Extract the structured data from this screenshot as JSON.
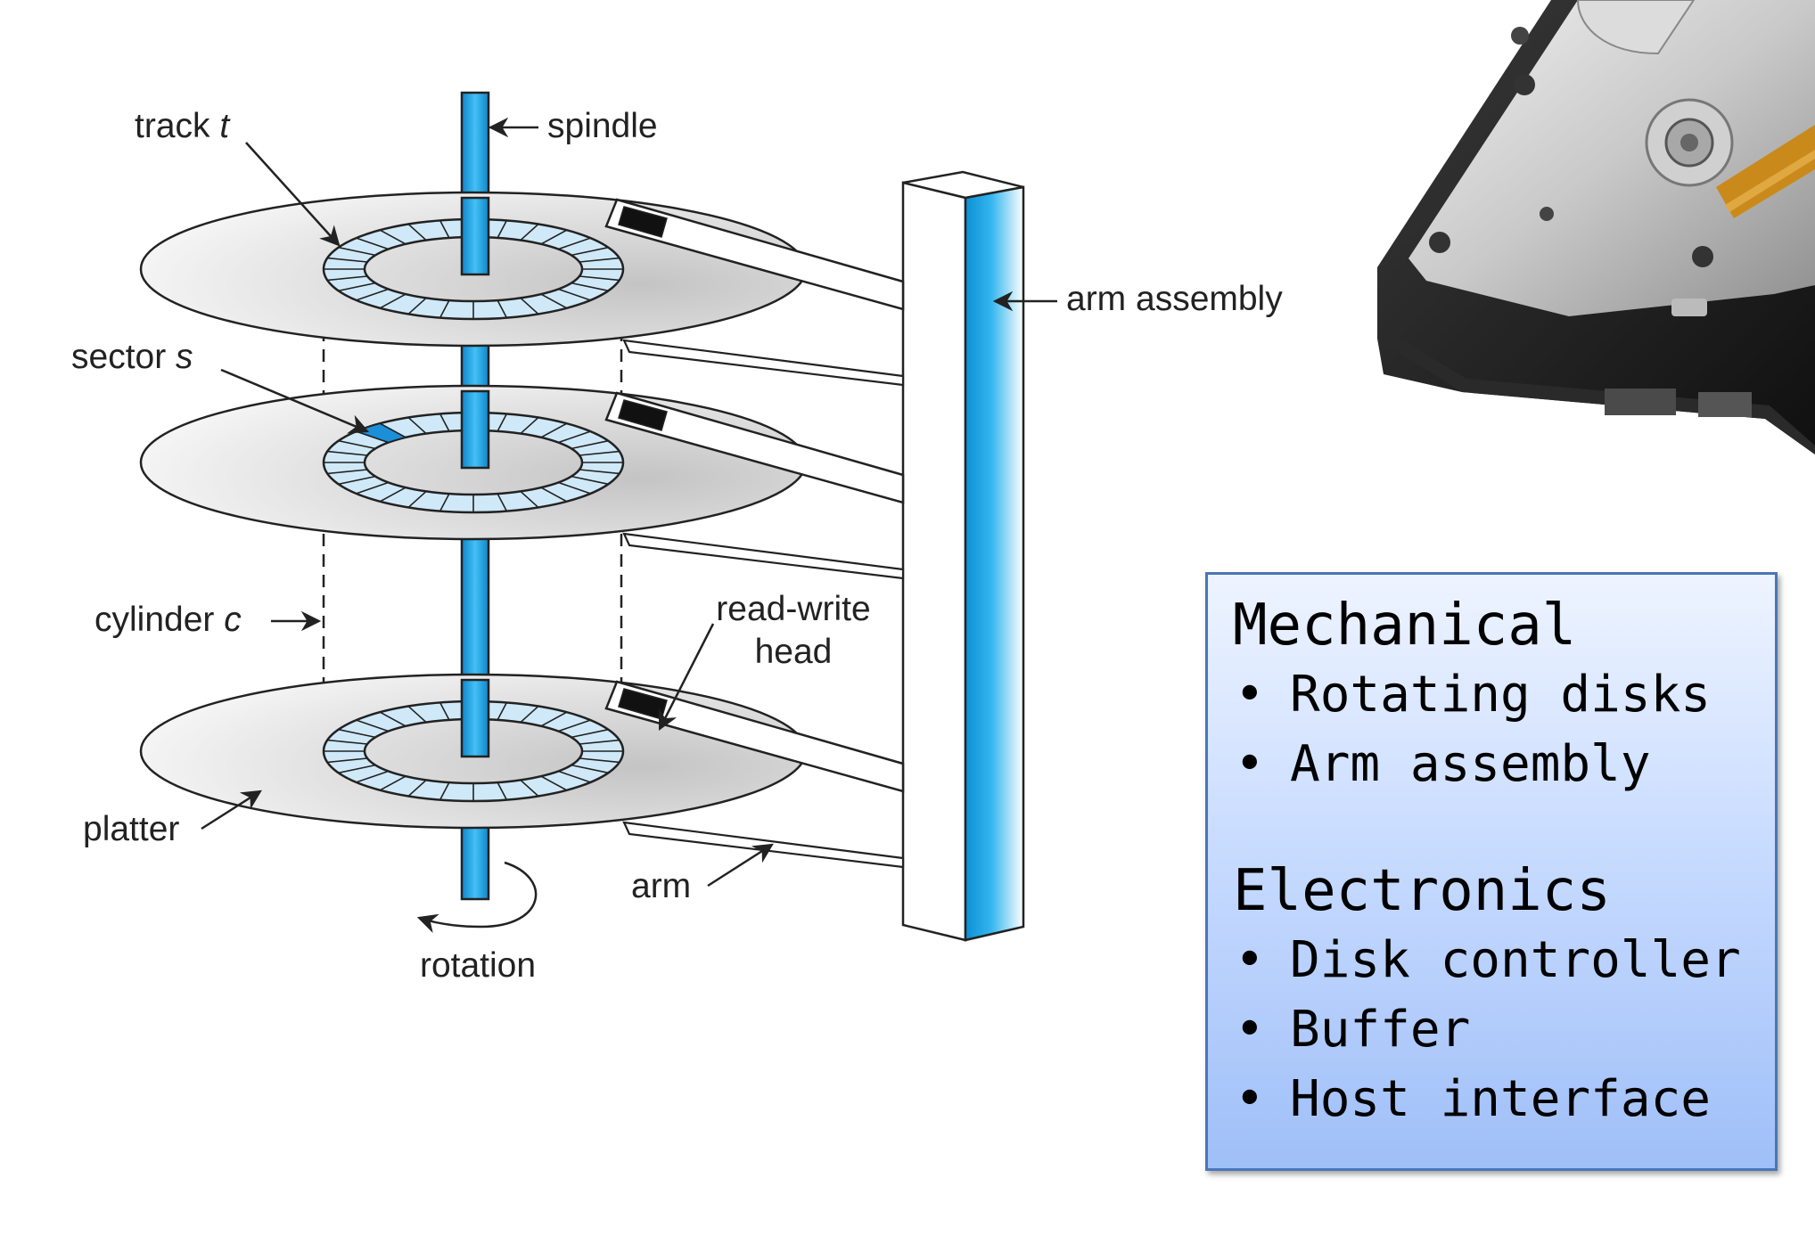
{
  "diagram": {
    "labels": {
      "track_word": "track",
      "track_var": "t",
      "spindle": "spindle",
      "arm_assembly": "arm assembly",
      "sector_word": "sector",
      "sector_var": "s",
      "cylinder_word": "cylinder",
      "cylinder_var": "c",
      "read_write_line1": "read-write",
      "read_write_line2": "head",
      "platter": "platter",
      "arm": "arm",
      "rotation": "rotation"
    },
    "colors": {
      "spindle_blue": "#1aa0e6",
      "ring_blue": "#cfe9f8",
      "sector_highlight": "#1b8fd8",
      "platter_gray": "#d8d8d8",
      "head_black": "#111111",
      "outline": "#222222"
    }
  },
  "photo": {
    "icon": "hard-drive-photo-icon"
  },
  "info": {
    "sections": [
      {
        "heading": "Mechanical",
        "items": [
          "Rotating disks",
          "Arm assembly"
        ]
      },
      {
        "heading": "Electronics",
        "items": [
          "Disk controller",
          "Buffer",
          "Host interface"
        ]
      }
    ],
    "bullet": "•",
    "colors": {
      "border": "#4a76b8",
      "top": "#eef4ff",
      "bottom": "#9fbff8"
    }
  }
}
